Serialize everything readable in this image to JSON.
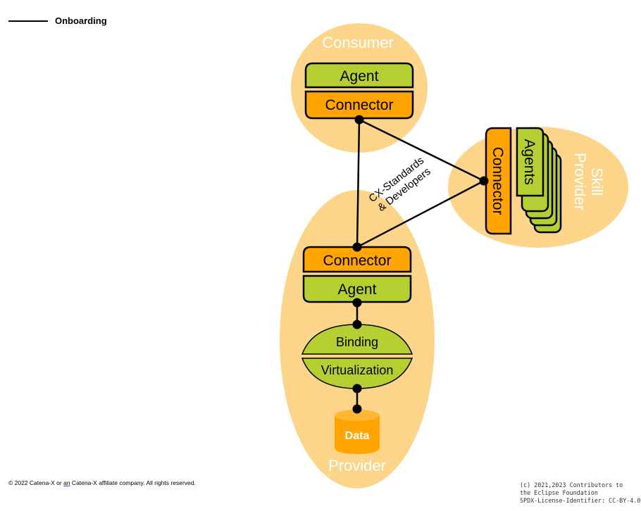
{
  "legend": {
    "line_label": "Onboarding"
  },
  "colors": {
    "participant_fill": "#fdd58a",
    "agent_fill": "#b5cf32",
    "connector_fill": "#ffa400",
    "data_fill": "#ffa400",
    "outline": "#000000",
    "participant_label": "#ffffff"
  },
  "consumer": {
    "title": "Consumer",
    "agent": "Agent",
    "connector": "Connector"
  },
  "skill_provider": {
    "title_line1": "Skill",
    "title_line2": "Provider",
    "connector": "Connector",
    "agents": "Agents"
  },
  "provider": {
    "title": "Provider",
    "connector": "Connector",
    "agent": "Agent",
    "binding": "Binding",
    "virtualization": "Virtualization",
    "data": "Data"
  },
  "center": {
    "line1": "CX-Standards",
    "line2": "& Developers"
  },
  "footer": {
    "copyright_prefix": "© 2022 Catena-X or ",
    "copyright_an": "an",
    "copyright_suffix": " Catena-X affiliate company. All rights reserved.",
    "license": "(c) 2021,2023 Contributors to\nthe Eclipse Foundation\nSPDX-License-Identifier: CC-BY-4.0"
  }
}
